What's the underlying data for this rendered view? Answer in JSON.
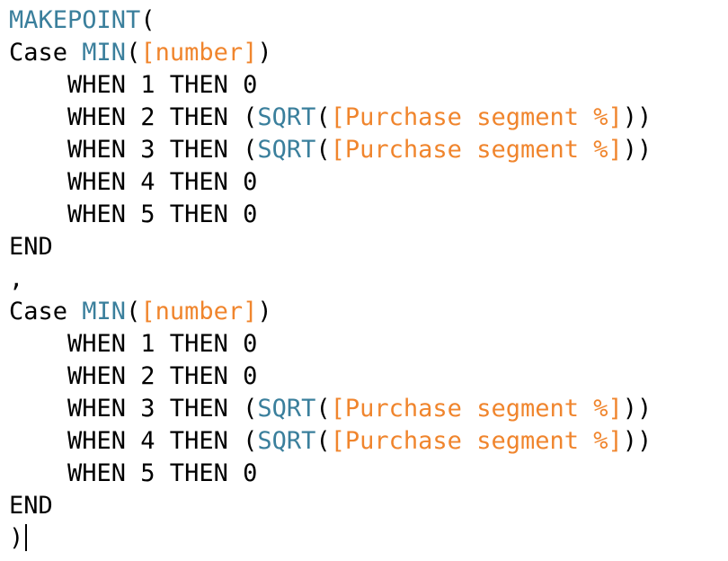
{
  "colors": {
    "function": "#3a7f9c",
    "field": "#f0852d",
    "text": "#000000"
  },
  "editor": {
    "lines": [
      [
        {
          "t": "fn",
          "v": "MAKEPOINT"
        },
        {
          "t": "kw",
          "v": "("
        }
      ],
      [
        {
          "t": "kw",
          "v": "Case "
        },
        {
          "t": "fn",
          "v": "MIN"
        },
        {
          "t": "kw",
          "v": "("
        },
        {
          "t": "field",
          "v": "[number]"
        },
        {
          "t": "kw",
          "v": ")"
        }
      ],
      [
        {
          "t": "kw",
          "v": "    WHEN 1 THEN 0"
        }
      ],
      [
        {
          "t": "kw",
          "v": "    WHEN 2 THEN ("
        },
        {
          "t": "fn",
          "v": "SQRT"
        },
        {
          "t": "kw",
          "v": "("
        },
        {
          "t": "field",
          "v": "[Purchase segment %]"
        },
        {
          "t": "kw",
          "v": "))"
        }
      ],
      [
        {
          "t": "kw",
          "v": "    WHEN 3 THEN ("
        },
        {
          "t": "fn",
          "v": "SQRT"
        },
        {
          "t": "kw",
          "v": "("
        },
        {
          "t": "field",
          "v": "[Purchase segment %]"
        },
        {
          "t": "kw",
          "v": "))"
        }
      ],
      [
        {
          "t": "kw",
          "v": "    WHEN 4 THEN 0"
        }
      ],
      [
        {
          "t": "kw",
          "v": "    WHEN 5 THEN 0"
        }
      ],
      [
        {
          "t": "kw",
          "v": "END"
        }
      ],
      [
        {
          "t": "kw",
          "v": ","
        }
      ],
      [
        {
          "t": "kw",
          "v": "Case "
        },
        {
          "t": "fn",
          "v": "MIN"
        },
        {
          "t": "kw",
          "v": "("
        },
        {
          "t": "field",
          "v": "[number]"
        },
        {
          "t": "kw",
          "v": ")"
        }
      ],
      [
        {
          "t": "kw",
          "v": "    WHEN 1 THEN 0"
        }
      ],
      [
        {
          "t": "kw",
          "v": "    WHEN 2 THEN 0"
        }
      ],
      [
        {
          "t": "kw",
          "v": "    WHEN 3 THEN ("
        },
        {
          "t": "fn",
          "v": "SQRT"
        },
        {
          "t": "kw",
          "v": "("
        },
        {
          "t": "field",
          "v": "[Purchase segment %]"
        },
        {
          "t": "kw",
          "v": "))"
        }
      ],
      [
        {
          "t": "kw",
          "v": "    WHEN 4 THEN ("
        },
        {
          "t": "fn",
          "v": "SQRT"
        },
        {
          "t": "kw",
          "v": "("
        },
        {
          "t": "field",
          "v": "[Purchase segment %]"
        },
        {
          "t": "kw",
          "v": "))"
        }
      ],
      [
        {
          "t": "kw",
          "v": "    WHEN 5 THEN 0"
        }
      ],
      [
        {
          "t": "kw",
          "v": "END"
        }
      ],
      [
        {
          "t": "kw",
          "v": ")"
        }
      ]
    ]
  }
}
